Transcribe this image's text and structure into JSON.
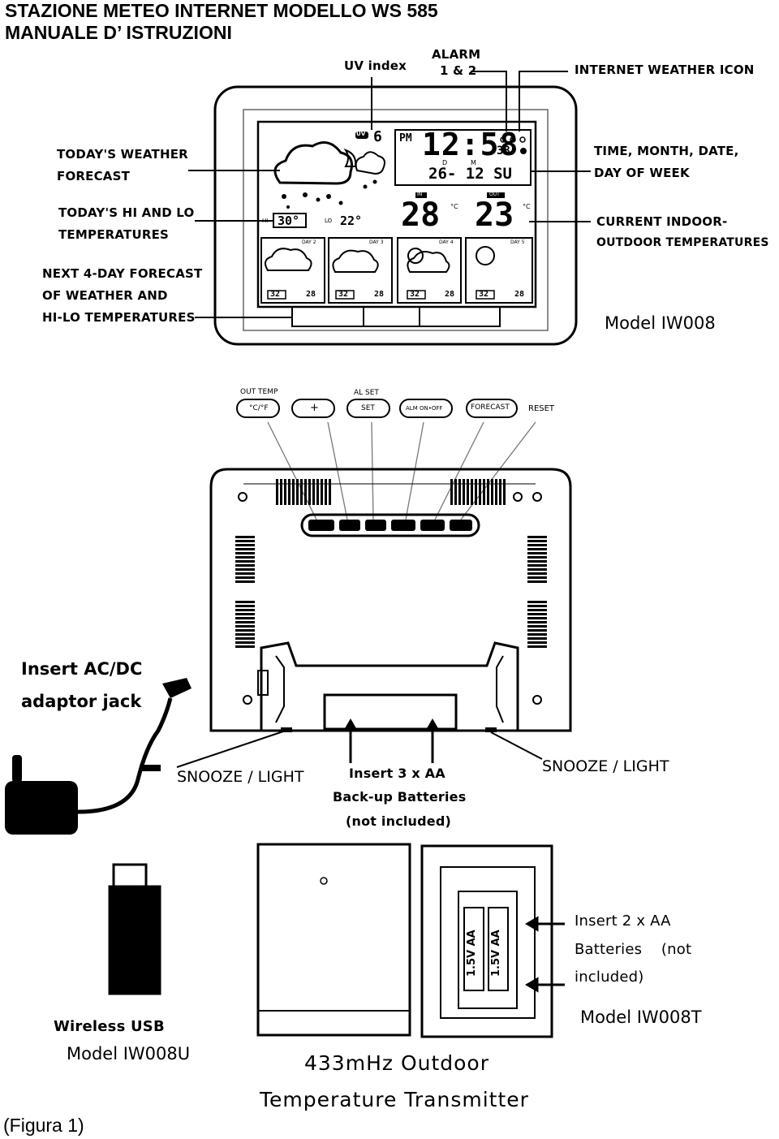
{
  "header": {
    "line1": "STAZIONE METEO INTERNET MODELLO  WS 585",
    "line2": "MANUALE D’ ISTRUZIONI"
  },
  "front_callouts": {
    "uv_index": "UV index",
    "alarm_line1": "ALARM",
    "alarm_line2": "1 & 2",
    "internet_icon": "INTERNET WEATHER ICON",
    "today_forecast_1": "TODAY'S WEATHER",
    "today_forecast_2": "FORECAST",
    "hi_lo_1": "TODAY'S HI AND LO",
    "hi_lo_2": "TEMPERATURES",
    "next_4day_1": "NEXT 4-DAY FORECAST",
    "next_4day_2": "OF WEATHER AND",
    "next_4day_3": "HI-LO TEMPERATURES",
    "time_date_1": "TIME, MONTH, DATE,",
    "time_date_2": "DAY OF WEEK",
    "indoor_outdoor_1": "CURRENT INDOOR-",
    "indoor_outdoor_2": "OUTDOOR TEMPERATURES",
    "model": "Model IW008"
  },
  "lcd": {
    "uv_tag": "UV",
    "uv_value": "6",
    "ampm": "PM",
    "time": "12:58",
    "small_value": "38",
    "date_d": "D",
    "date_m": "M",
    "date": "26- 12 SU",
    "hi_tag": "HI",
    "hi_value": "30°",
    "lo_tag": "LO",
    "lo_value": "22°",
    "in_tag": "IN",
    "out_tag": "OUT",
    "indoor": "28",
    "outdoor": "23",
    "unit": "°C",
    "days": [
      {
        "label": "DAY 2",
        "hi": "32",
        "lo": "28"
      },
      {
        "label": "DAY 3",
        "hi": "32",
        "lo": "28"
      },
      {
        "label": "DAY 4",
        "hi": "32",
        "lo": "28"
      },
      {
        "label": "DAY 5",
        "hi": "32",
        "lo": "28"
      }
    ]
  },
  "buttons_legend": {
    "out_temp": "OUT TEMP",
    "al_set": "AL SET",
    "btn1": "°C/°F",
    "btn2": "+",
    "btn3": "SET",
    "btn4": "ALM ON•OFF",
    "btn5": "FORECAST",
    "reset": "RESET"
  },
  "back_callouts": {
    "adaptor_1": "Insert AC/DC",
    "adaptor_2": "adaptor jack",
    "snooze_left": "SNOOZE / LIGHT",
    "snooze_right": "SNOOZE / LIGHT",
    "batt_1": "Insert 3 x AA",
    "batt_2": "Back-up Batteries",
    "batt_3": "(not included)"
  },
  "accessories": {
    "usb_1": "Wireless USB",
    "usb_2": "Model IW008U",
    "tx_1": "433mHz Outdoor",
    "tx_2": "Temperature  Transmitter",
    "batt_label": "1.5V AA",
    "insert_1": "Insert  2 x AA",
    "insert_2": "Batteries    (not",
    "insert_3": "included)",
    "tx_model": "Model IW008T"
  },
  "caption": "(Figura 1)"
}
